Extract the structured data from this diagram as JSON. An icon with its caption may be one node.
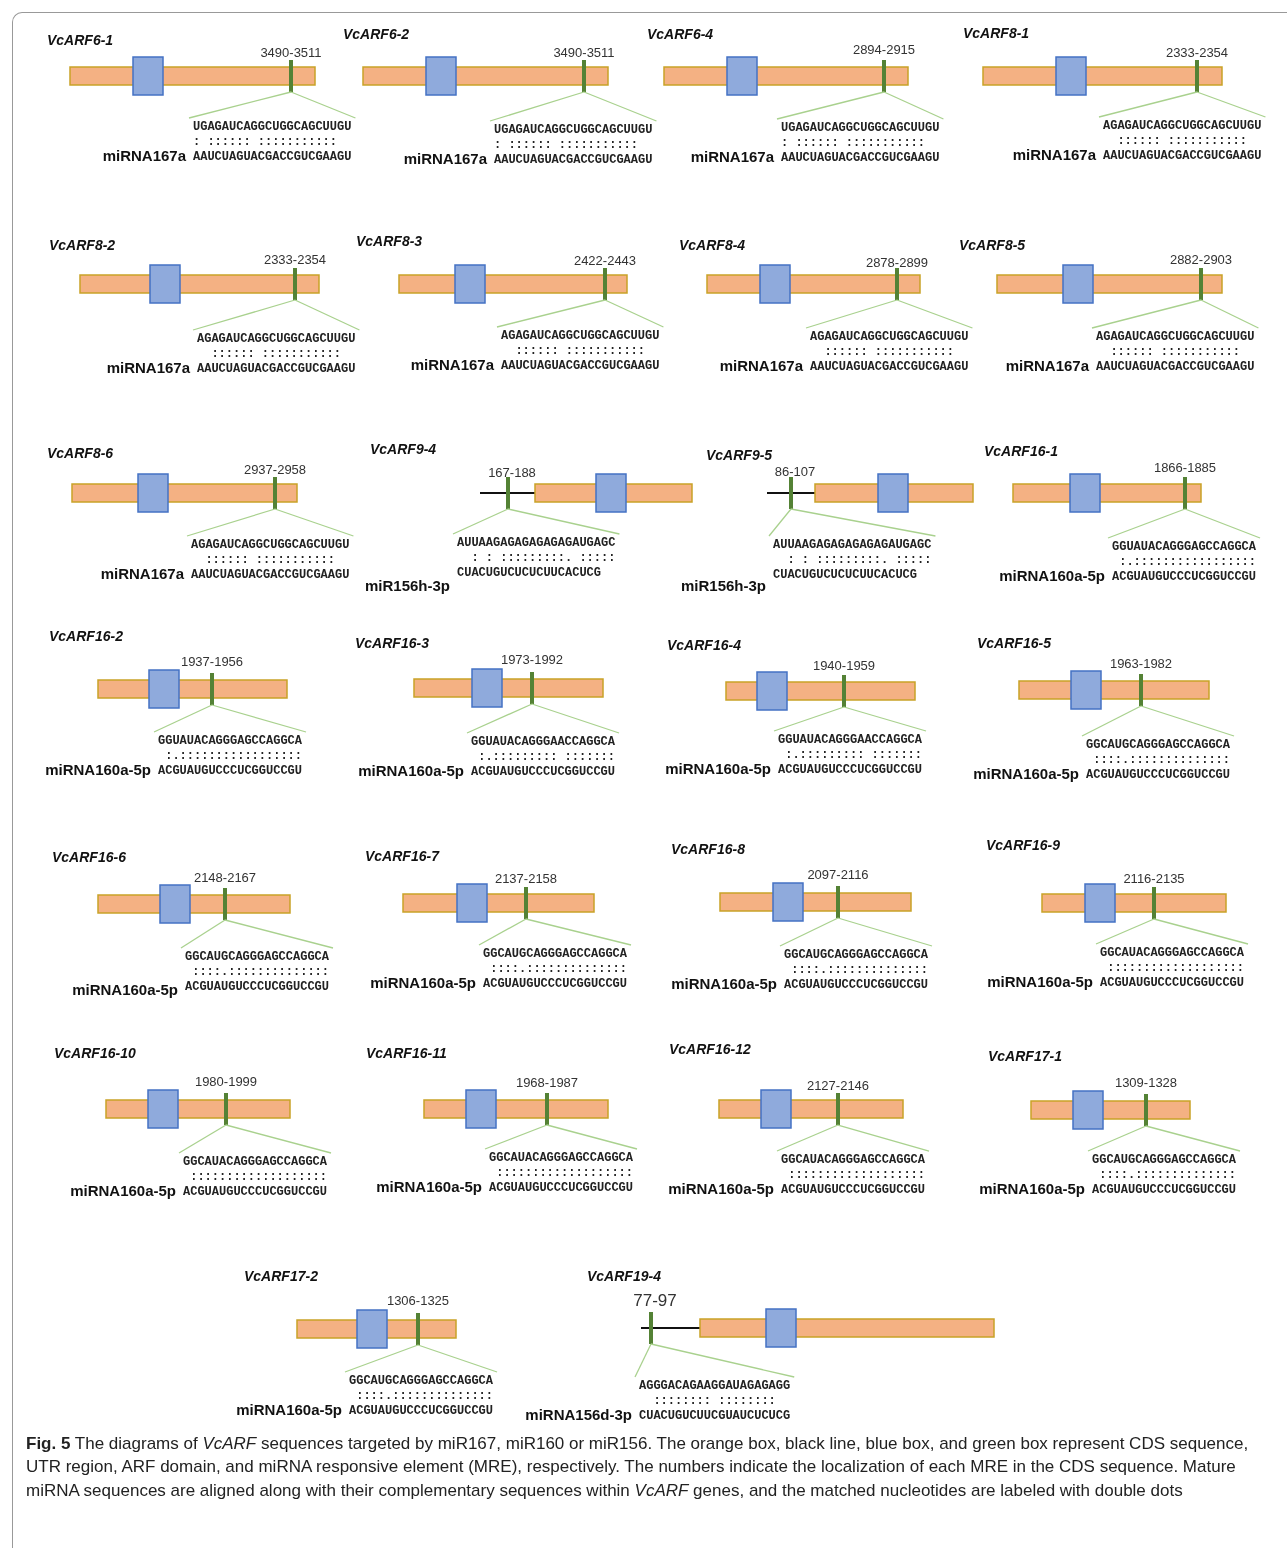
{
  "diagram": {
    "caption": "**Fig. 5** The diagrams of *VcARF* sequences targeted by miR167, miR160 or miR156. The orange box, black line, blue box, and green box represent CDS sequence, UTR region, ARF domain, and miRNA responsive element (MRE), respectively. The numbers indicate the localization of each MRE in the CDS sequence. Mature miRNA sequences are aligned along with their complementary sequences within *VcARF* genes, and the matched nucleotides are labeled with double dots",
    "labels": [
      "VcARF6-1",
      "3490-3511",
      "UGAGAUCAGGCUGGCAGCUUGU",
      ": :::::: :::::::::::",
      "miRNA167a",
      "AAUCUAGUACGACCGUCGAAGU",
      "VcARF6-2",
      "3490-3511",
      "UGAGAUCAGGCUGGCAGCUUGU",
      ": :::::: :::::::::::",
      "miRNA167a",
      "AAUCUAGUACGACCGUCGAAGU",
      "VcARF6-4",
      "2894-2915",
      "UGAGAUCAGGCUGGCAGCUUGU",
      ": :::::: :::::::::::",
      "miRNA167a",
      "AAUCUAGUACGACCGUCGAAGU",
      "VcARF8-1",
      "2333-2354",
      "AGAGAUCAGGCUGGCAGCUUGU",
      "  :::::: :::::::::::",
      "miRNA167a",
      "AAUCUAGUACGACCGUCGAAGU",
      "VcARF8-2",
      "2333-2354",
      "AGAGAUCAGGCUGGCAGCUUGU",
      "  :::::: :::::::::::",
      "miRNA167a",
      "AAUCUAGUACGACCGUCGAAGU",
      "VcARF8-3",
      "2422-2443",
      "AGAGAUCAGGCUGGCAGCUUGU",
      "  :::::: :::::::::::",
      "miRNA167a",
      "AAUCUAGUACGACCGUCGAAGU",
      "VcARF8-4",
      "2878-2899",
      "AGAGAUCAGGCUGGCAGCUUGU",
      "  :::::: :::::::::::",
      "miRNA167a",
      "AAUCUAGUACGACCGUCGAAGU",
      "VcARF8-5",
      "2882-2903",
      "AGAGAUCAGGCUGGCAGCUUGU",
      "  :::::: :::::::::::",
      "miRNA167a",
      "AAUCUAGUACGACCGUCGAAGU",
      "VcARF8-6",
      "2937-2958",
      "AGAGAUCAGGCUGGCAGCUUGU",
      "  :::::: :::::::::::",
      "miRNA167a",
      "AAUCUAGUACGACCGUCGAAGU",
      "VcARF9-4",
      "167-188",
      "AUUAAGAGAGAGAGAGAUGAGC",
      "  : : :::::::::. :::::",
      "miR156h-3p",
      "CUACUGUCUCUCUUCACUCG",
      "VcARF9-5",
      "86-107",
      "AUUAAGAGAGAGAGAGAUGAGC",
      "  : : :::::::::. :::::",
      "miR156h-3p",
      "CUACUGUCUCUCUUCACUCG",
      "VcARF16-1",
      "1866-1885",
      "GGUAUACAGGGAGCCAGGCA",
      " :.:::::::::::::::::",
      "miRNA160a-5p",
      "ACGUAUGUCCCUCGGUCCGU",
      "VcARF16-2",
      "1937-1956",
      "GGUAUACAGGGAGCCAGGCA",
      " :.:::::::::::::::::",
      "miRNA160a-5p",
      "ACGUAUGUCCCUCGGUCCGU",
      "VcARF16-3",
      "1973-1992",
      "GGUAUACAGGGAACCAGGCA",
      " :.::::::::: :::::::",
      "miRNA160a-5p",
      "ACGUAUGUCCCUCGGUCCGU",
      "VcARF16-4",
      "1940-1959",
      "GGUAUACAGGGAACCAGGCA",
      " :.::::::::: :::::::",
      "miRNA160a-5p",
      "ACGUAUGUCCCUCGGUCCGU",
      "VcARF16-5",
      "1963-1982",
      "GGCAUGCAGGGAGCCAGGCA",
      " ::::.::::::::::::::",
      "miRNA160a-5p",
      "ACGUAUGUCCCUCGGUCCGU",
      "VcARF16-6",
      "2148-2167",
      "GGCAUGCAGGGAGCCAGGCA",
      " ::::.::::::::::::::",
      "miRNA160a-5p",
      "ACGUAUGUCCCUCGGUCCGU",
      "VcARF16-7",
      "2137-2158",
      "GGCAUGCAGGGAGCCAGGCA",
      " ::::.::::::::::::::",
      "miRNA160a-5p",
      "ACGUAUGUCCCUCGGUCCGU",
      "VcARF16-8",
      "2097-2116",
      "GGCAUGCAGGGAGCCAGGCA",
      " ::::.::::::::::::::",
      "miRNA160a-5p",
      "ACGUAUGUCCCUCGGUCCGU",
      "VcARF16-9",
      "2116-2135",
      "GGCAUACAGGGAGCCAGGCA",
      " :::::::::::::::::::",
      "miRNA160a-5p",
      "ACGUAUGUCCCUCGGUCCGU",
      "VcARF16-10",
      "1980-1999",
      "GGCAUACAGGGAGCCAGGCA",
      " :::::::::::::::::::",
      "miRNA160a-5p",
      "ACGUAUGUCCCUCGGUCCGU",
      "VcARF16-11",
      "1968-1987",
      "GGCAUACAGGGAGCCAGGCA",
      " :::::::::::::::::::",
      "miRNA160a-5p",
      "ACGUAUGUCCCUCGGUCCGU",
      "VcARF16-12",
      "2127-2146",
      "GGCAUACAGGGAGCCAGGCA",
      " :::::::::::::::::::",
      "miRNA160a-5p",
      "ACGUAUGUCCCUCGGUCCGU",
      "VcARF17-1",
      "1309-1328",
      "GGCAUGCAGGGAGCCAGGCA",
      " ::::.::::::::::::::",
      "miRNA160a-5p",
      "ACGUAUGUCCCUCGGUCCGU",
      "VcARF17-2",
      "1306-1325",
      "GGCAUGCAGGGAGCCAGGCA",
      " ::::.::::::::::::::",
      "miRNA160a-5p",
      "ACGUAUGUCCCUCGGUCCGU",
      "VcARF19-4",
      "77-97",
      "AGGGACAGAAGGAUAGAGAGG",
      "  :::::::: ::::::::",
      "miRNA156d-3p",
      "CUACUGUCUUCGUAUCUCUCG"
    ]
  }
}
